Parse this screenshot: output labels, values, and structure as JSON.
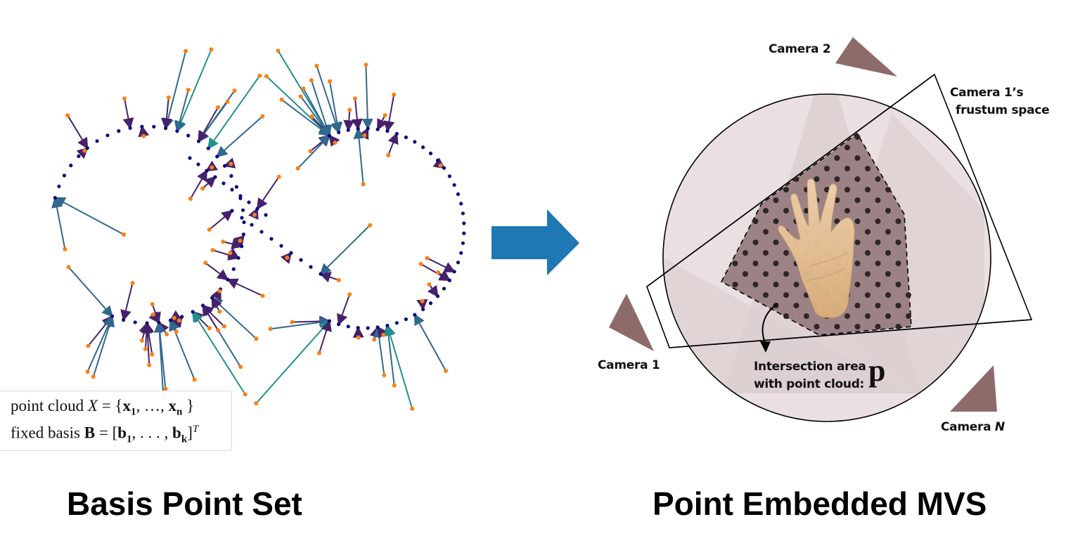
{
  "figure": {
    "left_panel": {
      "title": "Basis Point Set",
      "legend": {
        "line1_prefix": "point cloud ",
        "line1_var": "X",
        "line1_eq": " = {",
        "line1_x1": "x",
        "line1_sub1": "1",
        "line1_mid": ", …, ",
        "line1_xn": "x",
        "line1_subn": "n",
        "line1_end": " }",
        "line2_prefix": "fixed basis ",
        "line2_var": "B",
        "line2_eq": " = [",
        "line2_b1": "b",
        "line2_sub1": "1",
        "line2_mid": ", . . . , ",
        "line2_bk": "b",
        "line2_subk": "k",
        "line2_end": "]",
        "line2_sup": "T"
      },
      "colors": {
        "point_cloud": "#0b0b7a",
        "basis_point": "#ff7f0e",
        "arrow_short": "#46216b",
        "arrow_mid": "#31688e",
        "arrow_teal": "#21918c",
        "arrow_green": "#5ec962",
        "arrow_long": "#c8e020"
      }
    },
    "transition_arrow": {
      "color": "#1f77b4",
      "direction": "right"
    },
    "right_panel": {
      "title": "Point Embedded MVS",
      "camera_labels": {
        "camera_2": "Camera 2",
        "camera_1_frustum_line1": "Camera 1’s",
        "camera_1_frustum_line2": "frustum space",
        "camera_1": "Camera 1",
        "camera_n_prefix": "Camera ",
        "camera_n_var": "N"
      },
      "intersection_label": {
        "line1": "Intersection area",
        "line2": "with point cloud:",
        "symbol": "p"
      },
      "colors": {
        "camera": "#8e6b6b",
        "sphere_fill": "#ebe0e1",
        "frustum_overlap": "#dccfd0",
        "intersection_fill": "#9c8285",
        "grid_point": "#2e2626",
        "outline": "#000000",
        "hand_skin": "#e6c49a"
      }
    }
  }
}
